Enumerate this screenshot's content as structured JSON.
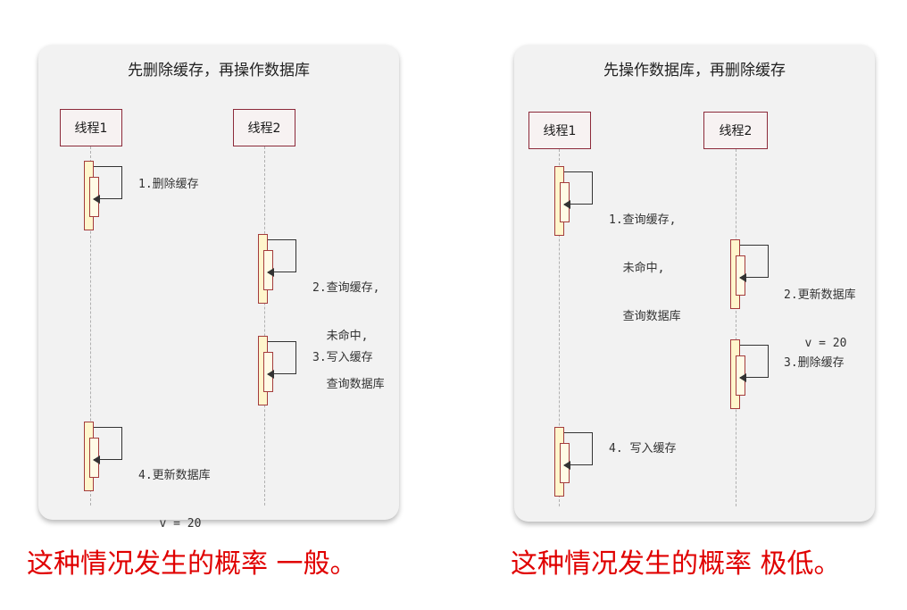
{
  "left": {
    "title": "先删除缓存，再操作数据库",
    "thread1": "线程1",
    "thread2": "线程2",
    "steps": [
      {
        "lines": [
          "1.删除缓存"
        ]
      },
      {
        "lines": [
          "2.查询缓存,",
          "  未命中,",
          "  查询数据库"
        ]
      },
      {
        "lines": [
          "3.写入缓存"
        ]
      },
      {
        "lines": [
          "4.更新数据库",
          "   v = 20"
        ]
      }
    ],
    "caption": "这种情况发生的概率 一般。"
  },
  "right": {
    "title": "先操作数据库，再删除缓存",
    "thread1": "线程1",
    "thread2": "线程2",
    "steps": [
      {
        "lines": [
          "1.查询缓存,",
          "  未命中,",
          "  查询数据库"
        ]
      },
      {
        "lines": [
          "2.更新数据库",
          "   v = 20"
        ]
      },
      {
        "lines": [
          "3.删除缓存"
        ]
      },
      {
        "lines": [
          "4. 写入缓存"
        ]
      }
    ],
    "caption": "这种情况发生的概率 极低。"
  }
}
